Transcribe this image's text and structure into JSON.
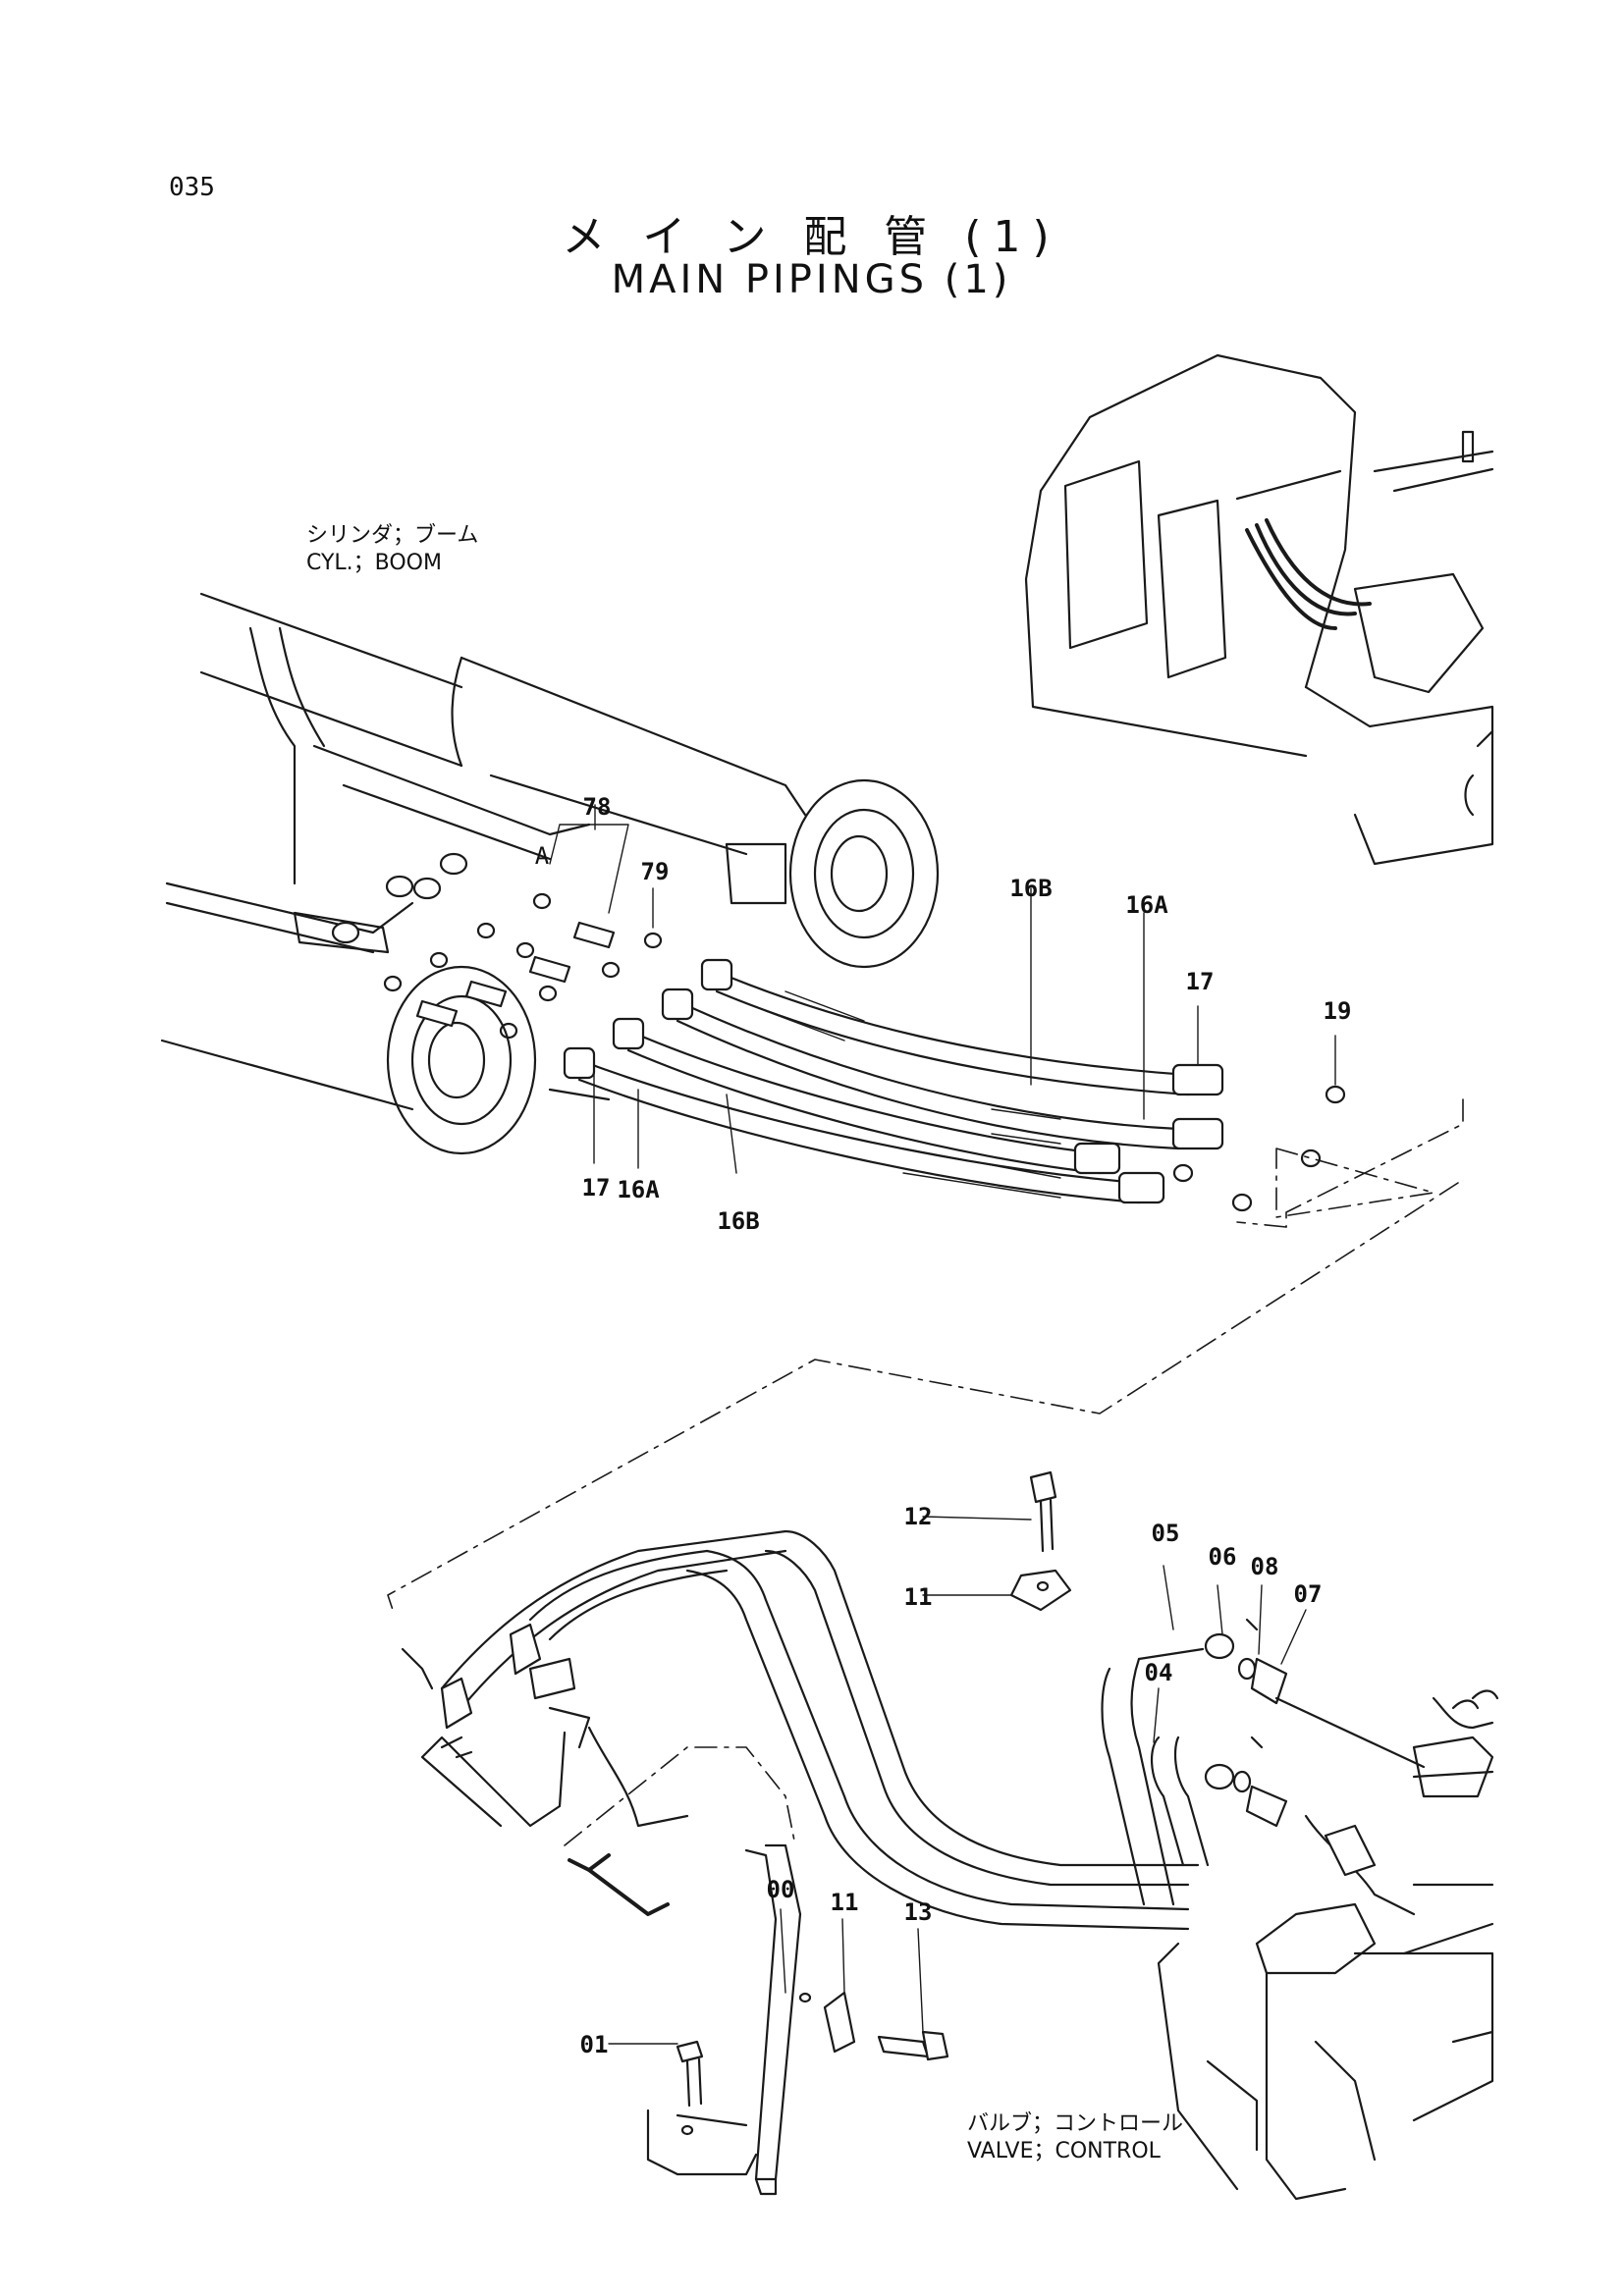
{
  "page_number": "035",
  "title": {
    "japanese": "メ イ ン 配 管 (1)",
    "english": "MAIN PIPINGS (1)"
  },
  "captions": {
    "boom_cylinder_jp": "シリンダ；ブーム",
    "boom_cylinder_en": "CYL.；BOOM",
    "control_valve_jp": "バルブ；コントロール",
    "control_valve_en": "VALVE；CONTROL"
  },
  "callouts": {
    "p78": "78",
    "pA": "A",
    "p79": "79",
    "p16B_top": "16B",
    "p16A_top": "16A",
    "p17_top": "17",
    "p19": "19",
    "p17_bot": "17",
    "p16A_bot": "16A",
    "p16B_bot": "16B",
    "p12": "12",
    "p11_top": "11",
    "p05": "05",
    "p06": "06",
    "p08": "08",
    "p07": "07",
    "p04": "04",
    "p00": "00",
    "p11_bot": "11",
    "p13": "13",
    "p01": "01"
  }
}
